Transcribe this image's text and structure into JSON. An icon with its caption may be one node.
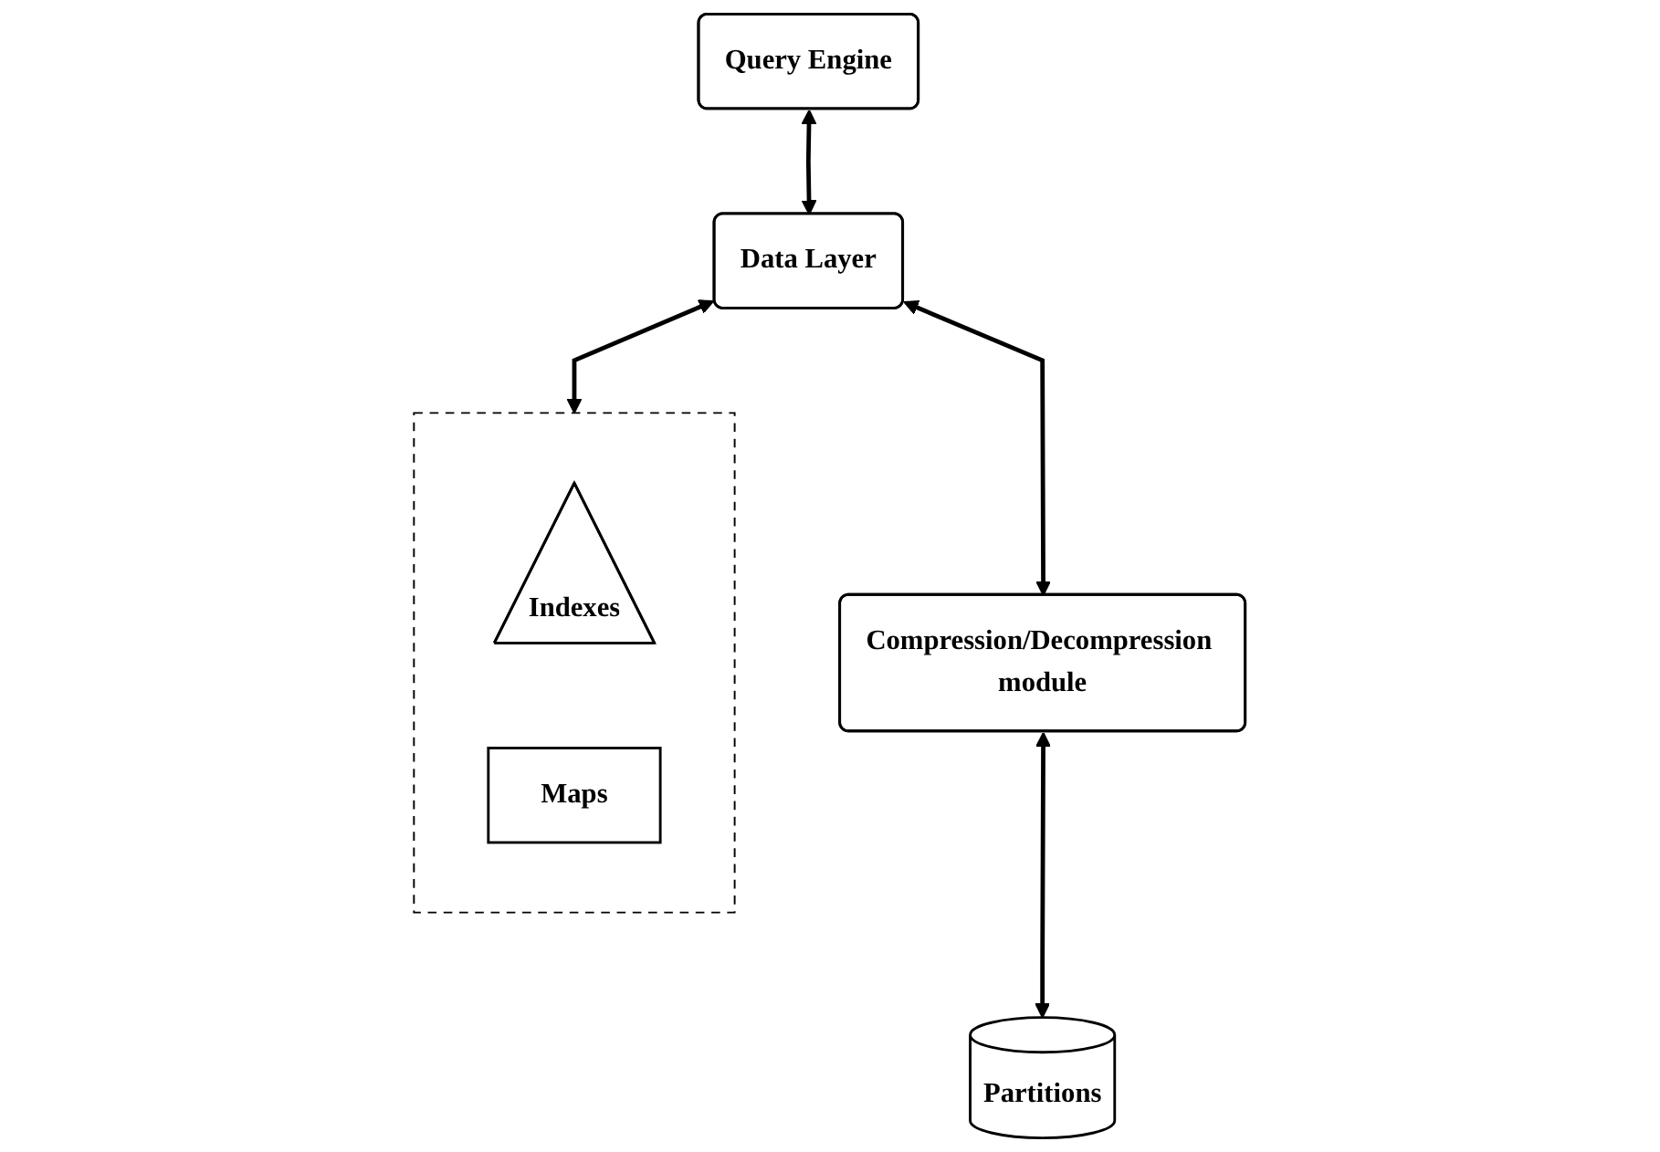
{
  "diagram": {
    "nodes": [
      {
        "text": [
          "Query Engine"
        ]
      },
      {
        "text": [
          "Data Layer"
        ]
      },
      {
        "text": [],
        "shape": "box"
      },
      {
        "text": [
          "Indexes"
        ],
        "in": 2
      },
      {
        "text": [
          "Maps"
        ],
        "in": 2
      },
      {
        "text": [
          "Compression/Decompression module"
        ]
      },
      {
        "text": [
          "Partitions"
        ]
      }
    ],
    "edges": [
      {
        "from": 0,
        "to": 1,
        "arrow": "both"
      },
      {
        "from": 1,
        "to": 2,
        "arrow": "both"
      },
      {
        "from": 1,
        "to": 5,
        "arrow": "both"
      },
      {
        "from": 5,
        "to": 6,
        "arrow": "both"
      }
    ]
  }
}
